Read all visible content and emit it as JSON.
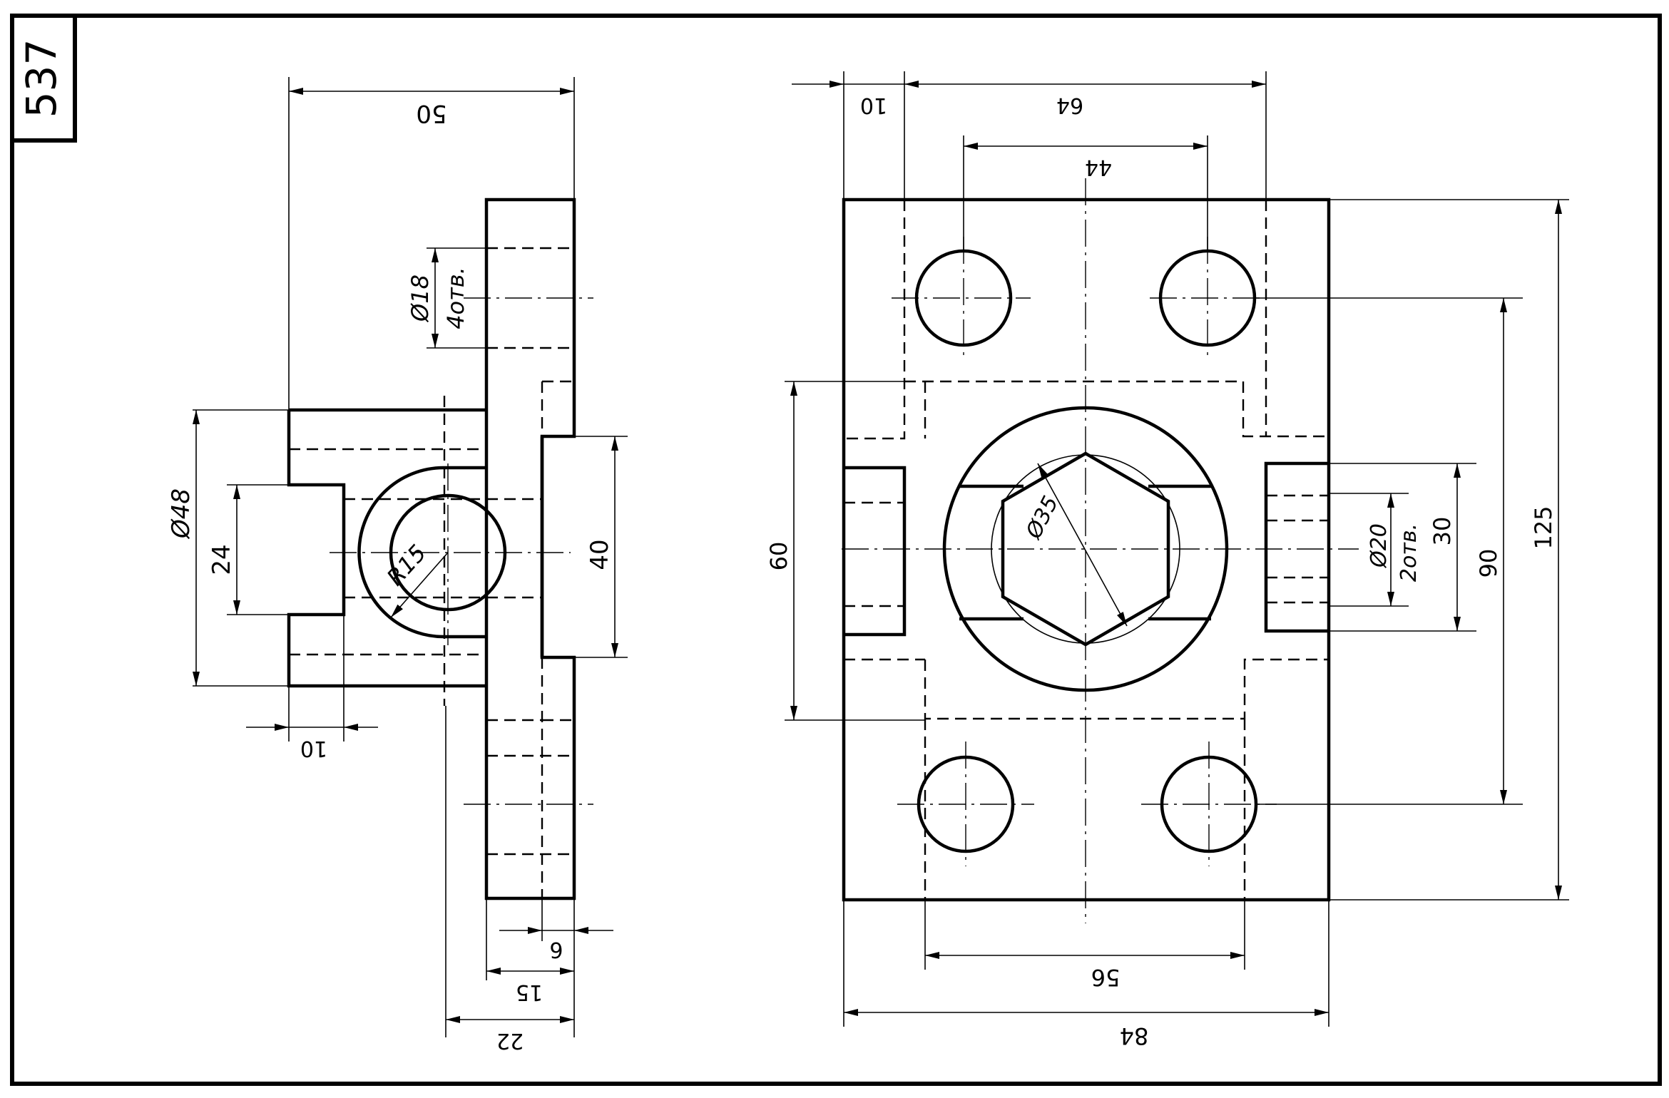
{
  "sheet": {
    "number": "537"
  },
  "dimensions": {
    "side_view": {
      "width_total": "50",
      "hole_dia": "Ø18",
      "hole_count": "4отв.",
      "boss_dia": "Ø48",
      "bore_height": "24",
      "slot_height": "40",
      "radius": "R15",
      "offset_left": "10",
      "depth_6": "6",
      "depth_15": "15",
      "depth_22": "22"
    },
    "front_view": {
      "top_offset": "10",
      "top_width": "64",
      "hole_spacing": "44",
      "height_total": "125",
      "hole_vertical_spacing": "90",
      "pocket_height": "60",
      "side_hole_dia": "Ø20",
      "side_hole_count": "2отв.",
      "side_hole_span": "30",
      "hex_size": "Ø35",
      "bottom_spacing": "56",
      "width_total": "84"
    }
  }
}
